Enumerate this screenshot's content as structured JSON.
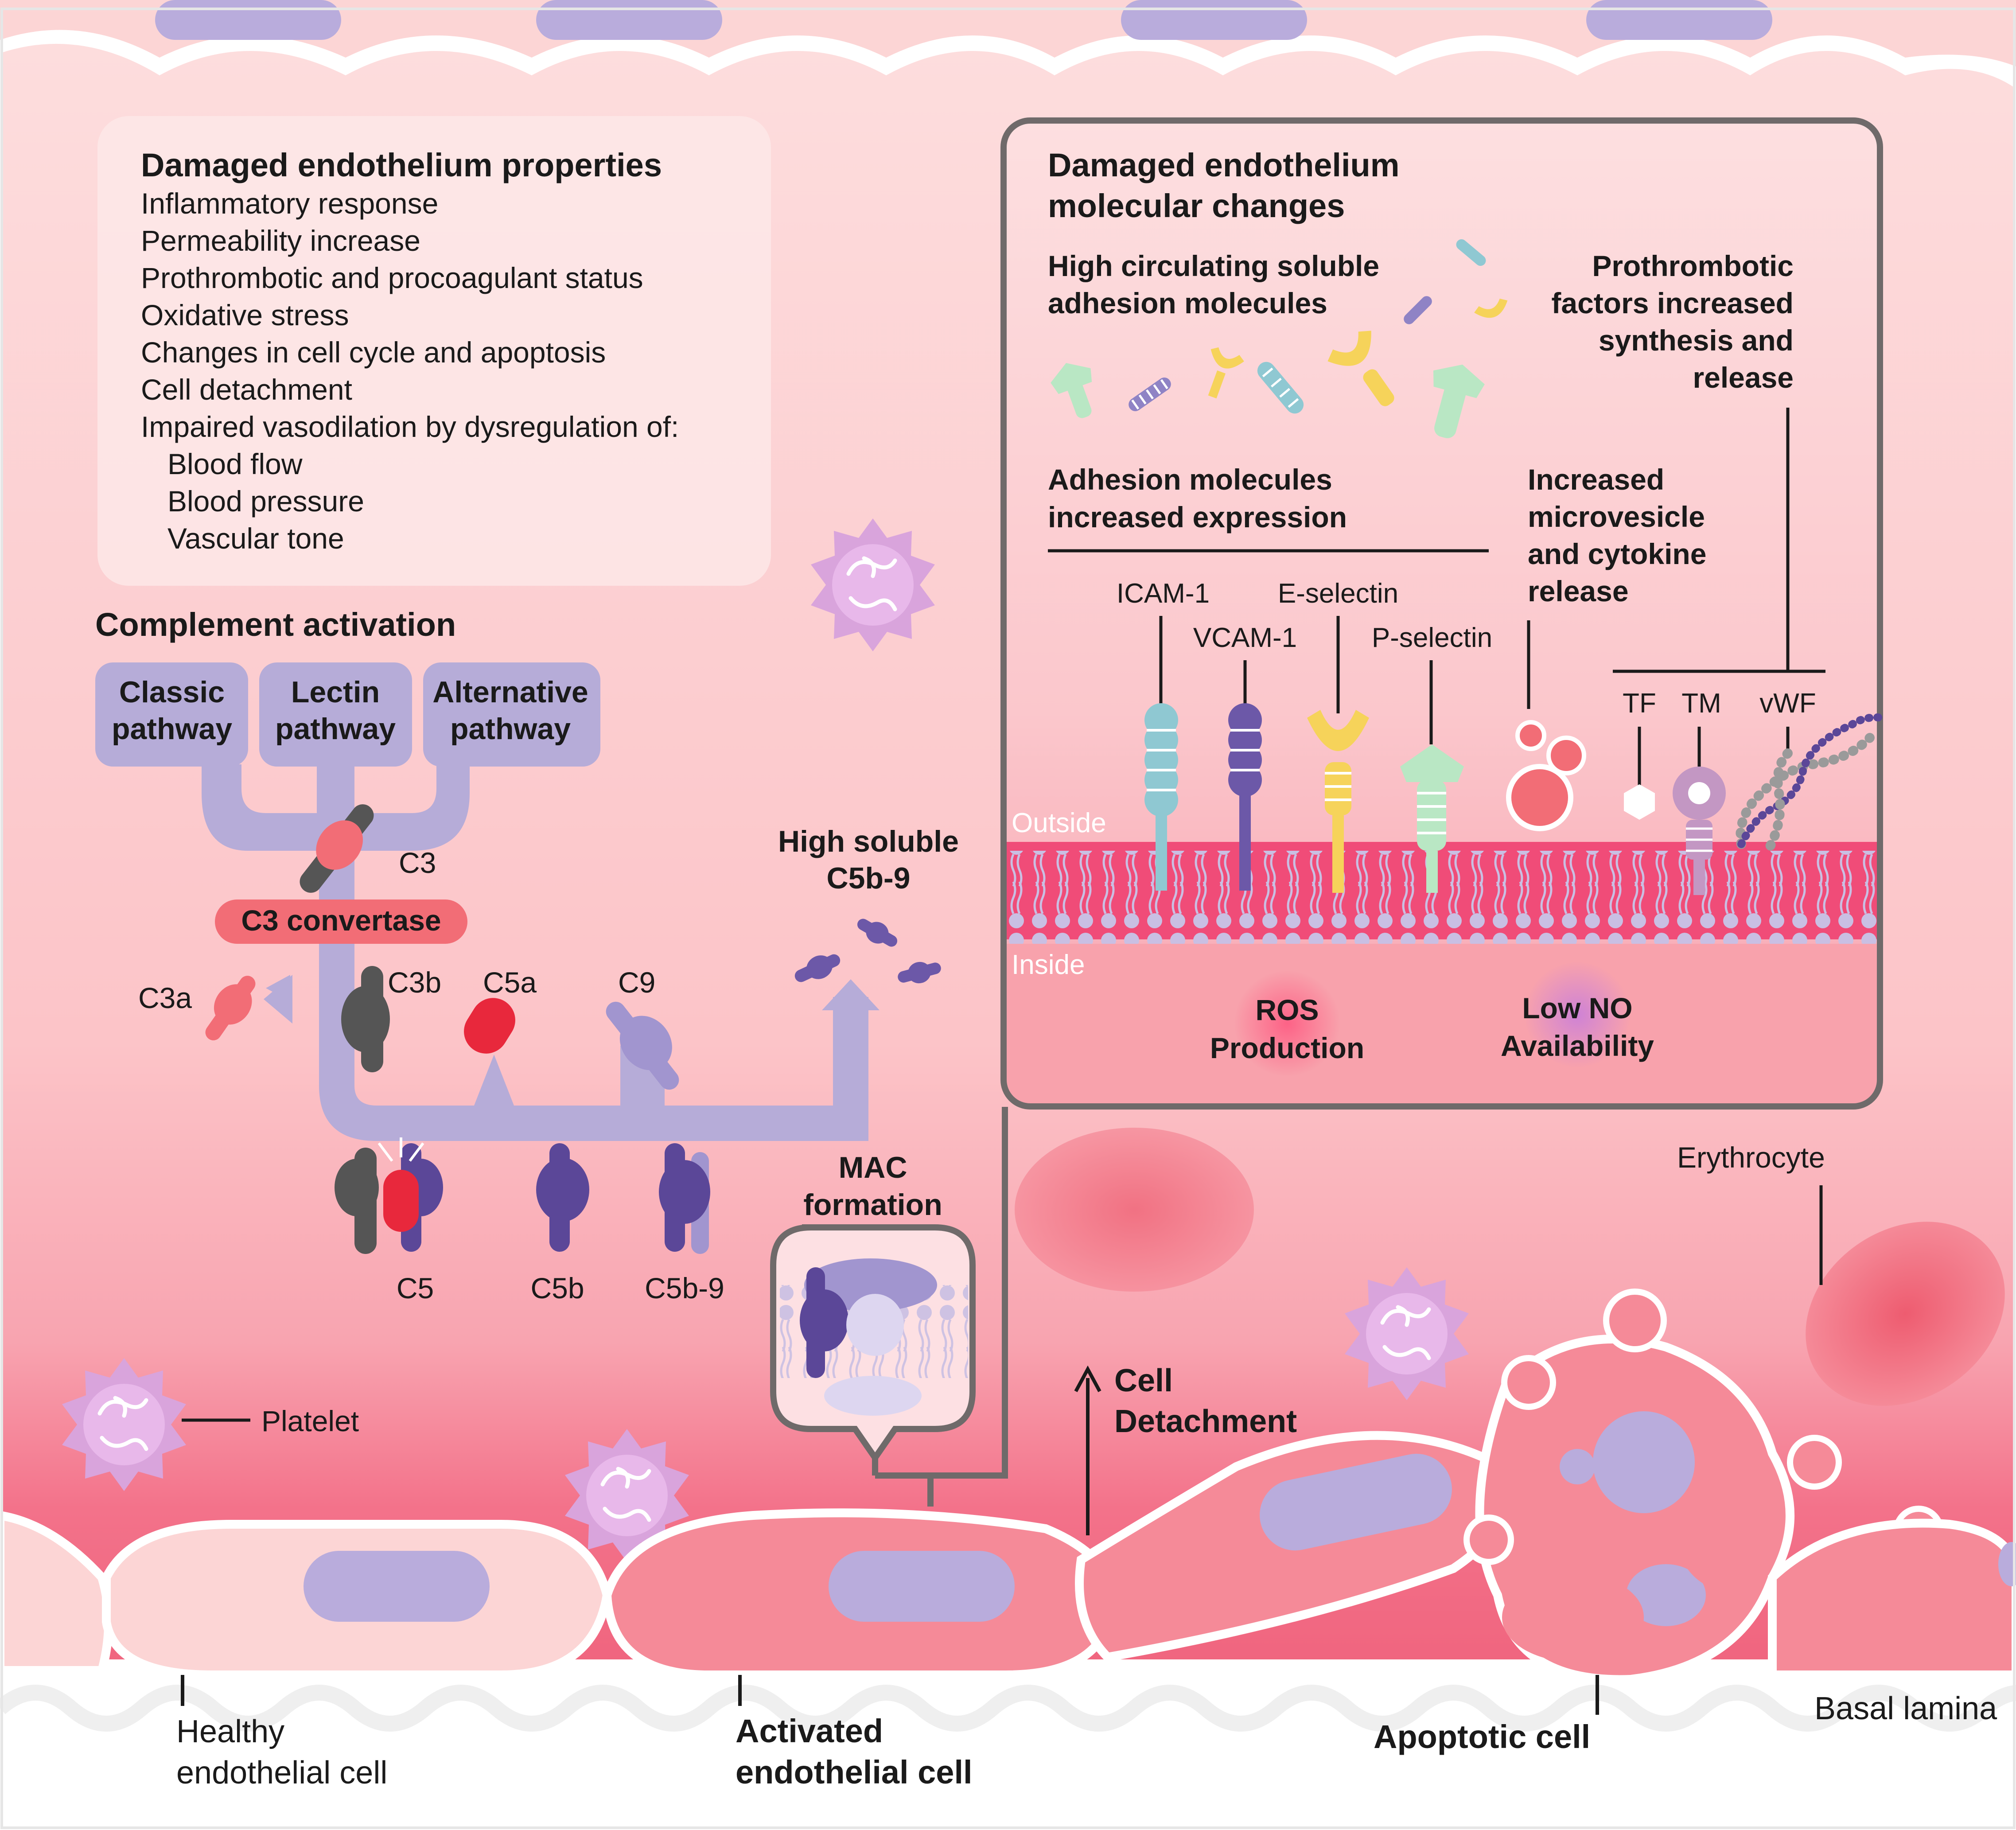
{
  "properties_box": {
    "title": "Damaged endothelium properties",
    "items": [
      "Inflammatory response",
      "Permeability increase",
      "Prothrombotic and procoagulant status",
      "Oxidative stress",
      "Changes in cell cycle and apoptosis",
      "Cell detachment",
      "Impaired vasodilation by dysregulation of:"
    ],
    "subitems": [
      "Blood flow",
      "Blood pressure",
      "Vascular tone"
    ]
  },
  "complement": {
    "title": "Complement activation",
    "pathways": [
      {
        "line1": "Classic",
        "line2": "pathway"
      },
      {
        "line1": "Lectin",
        "line2": "pathway"
      },
      {
        "line1": "Alternative",
        "line2": "pathway"
      }
    ],
    "c3": "C3",
    "convertase": "C3 convertase",
    "c3a": "C3a",
    "c3b": "C3b",
    "c5a": "C5a",
    "c9": "C9",
    "c5": "C5",
    "c5b": "C5b",
    "c5b9": "C5b-9",
    "soluble_line1": "High soluble",
    "soluble_line2": "C5b-9",
    "mac_line1": "MAC",
    "mac_line2": "formation"
  },
  "molecular_box": {
    "title_line1": "Damaged endothelium",
    "title_line2": "molecular changes",
    "soluble_line1": "High circulating soluble",
    "soluble_line2": "adhesion molecules",
    "prothrombotic": [
      "Prothrombotic",
      "factors increased",
      "synthesis and",
      "release"
    ],
    "adhesion_line1": "Adhesion molecules",
    "adhesion_line2": "increased expression",
    "microvesicle": [
      "Increased",
      "microvesicle",
      "and cytokine",
      "release"
    ],
    "receptors": {
      "icam": "ICAM-1",
      "vcam": "VCAM-1",
      "esel": "E-selectin",
      "psel": "P-selectin",
      "tf": "TF",
      "tm": "TM",
      "vwf": "vWF"
    },
    "outside": "Outside",
    "inside": "Inside",
    "ros_line1": "ROS",
    "ros_line2": "Production",
    "no_line1": "Low NO",
    "no_line2": "Availability"
  },
  "labels": {
    "platelet": "Platelet",
    "erythrocyte": "Erythrocyte",
    "detach_line1": "Cell",
    "detach_line2": "Detachment",
    "healthy_line1": "Healthy",
    "healthy_line2": "endothelial cell",
    "activated_line1": "Activated",
    "activated_line2": "endothelial cell",
    "apoptotic": "Apoptotic cell",
    "basal": "Basal lamina"
  },
  "colors": {
    "lumen_top": "#fcd7d7",
    "lumen_bottom": "#f5889b",
    "complement_purple": "#b6acd8",
    "convertase_red": "#f26d76",
    "panel_border": "#6f6a6a"
  }
}
